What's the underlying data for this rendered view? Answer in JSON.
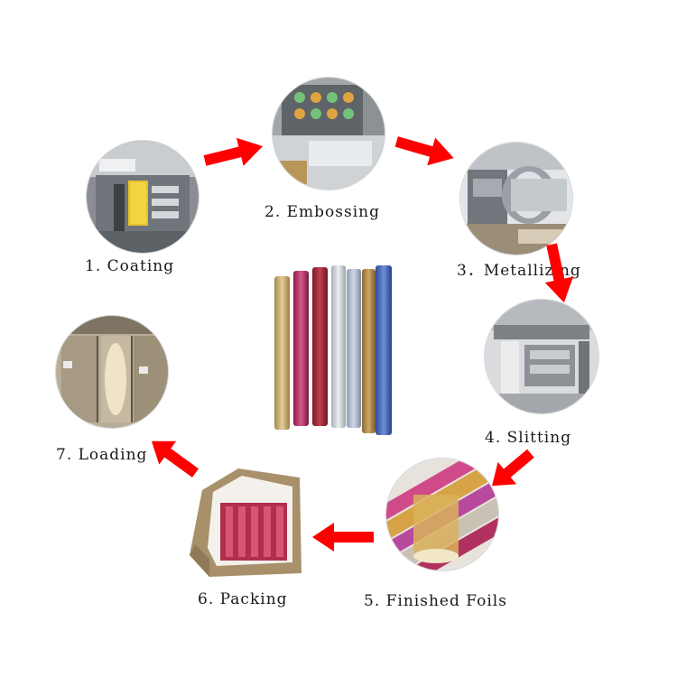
{
  "steps": [
    {
      "label": "1.  Coating",
      "icon": "coating-machine-photo"
    },
    {
      "label": "2.  Embossing",
      "icon": "embossing-machine-photo"
    },
    {
      "label": "3．Metallizing",
      "icon": "metallizing-machine-photo"
    },
    {
      "label": "4.  Slitting",
      "icon": "slitting-machine-photo"
    },
    {
      "label": "5.  Finished Foils",
      "icon": "finished-foils-photo"
    },
    {
      "label": "6.  Packing",
      "icon": "packing-box-photo"
    },
    {
      "label": "7.  Loading",
      "icon": "loading-warehouse-photo"
    }
  ],
  "colors": {
    "arrow": "#ff0000",
    "label": "#1a1a1a",
    "background": "#ffffff"
  },
  "center_image": "foil-rolls-photo"
}
